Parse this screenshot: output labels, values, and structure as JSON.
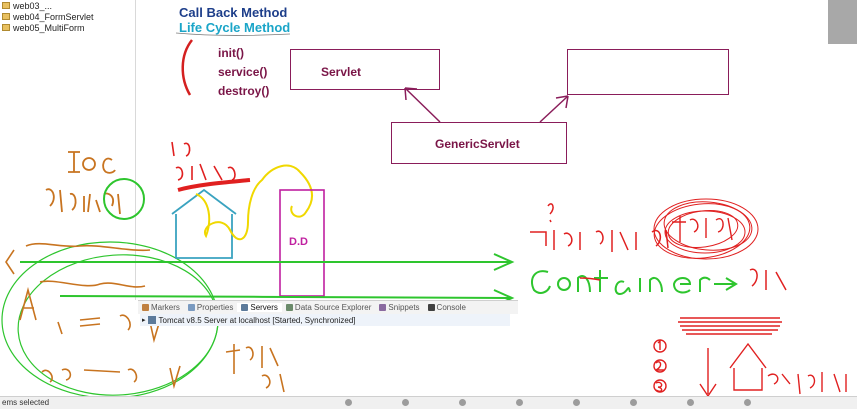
{
  "tree": {
    "items": [
      "web03_...",
      "web04_FormServlet",
      "web05_MultiForm"
    ]
  },
  "slide": {
    "title1": "Call Back Method",
    "title2": "Life Cycle Method",
    "methods": [
      "init()",
      "service()",
      "destroy()"
    ],
    "box_servlet": "Servlet",
    "box_generic": "GenericServlet",
    "dd_label": "D.D"
  },
  "panel": {
    "tabs": [
      "Markers",
      "Properties",
      "Servers",
      "Data Source Explorer",
      "Snippets",
      "Console"
    ],
    "active_tab": "Servers",
    "server_entry": "Tomcat v8.5 Server at localhost  [Started, Synchronized]"
  },
  "status": {
    "text": "ems selected"
  },
  "colors": {
    "title1": "#1d3e8a",
    "title2": "#1aa5c8",
    "slide_dark_red": "#7a1547",
    "ink_green": "#2ec52e",
    "ink_red": "#e02020",
    "ink_orange": "#c87420",
    "ink_blue": "#3aa3c0",
    "ink_yellow": "#f0d800",
    "ink_magenta": "#c020a0"
  }
}
